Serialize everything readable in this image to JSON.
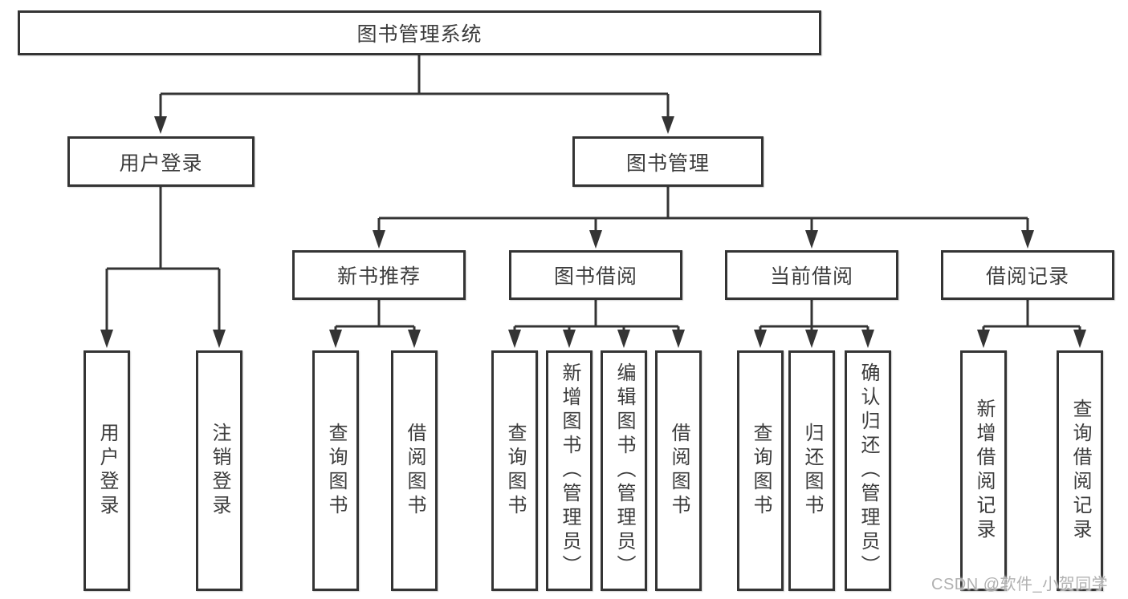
{
  "colors": {
    "line": "#343434",
    "box_border": "#343434",
    "text": "#3c3c3c",
    "background": "#ffffff",
    "watermark": "#b1b1b1"
  },
  "tree": {
    "label": "图书管理系统",
    "children": [
      {
        "label": "用户登录",
        "children": [
          {
            "label": "用户登录"
          },
          {
            "label": "注销登录"
          }
        ]
      },
      {
        "label": "图书管理",
        "children": [
          {
            "label": "新书推荐",
            "children": [
              {
                "label": "查询图书"
              },
              {
                "label": "借阅图书"
              }
            ]
          },
          {
            "label": "图书借阅",
            "children": [
              {
                "label": "查询图书"
              },
              {
                "label": "新增图书（管理员）"
              },
              {
                "label": "编辑图书（管理员）"
              },
              {
                "label": "借阅图书"
              }
            ]
          },
          {
            "label": "当前借阅",
            "children": [
              {
                "label": "查询图书"
              },
              {
                "label": "归还图书"
              },
              {
                "label": "确认归还（管理员）"
              }
            ]
          },
          {
            "label": "借阅记录",
            "children": [
              {
                "label": "新增借阅记录"
              },
              {
                "label": "查询借阅记录"
              }
            ]
          }
        ]
      }
    ]
  },
  "watermark": {
    "text": "CSDN @软件_小贺同学"
  }
}
